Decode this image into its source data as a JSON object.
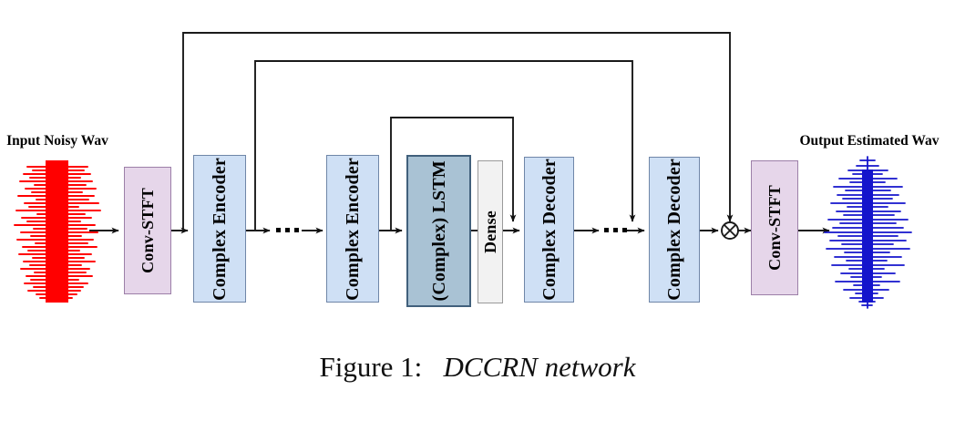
{
  "figure": {
    "caption_lead": "Figure 1:",
    "caption_title": "DCCRN network"
  },
  "labels": {
    "input_wave": "Input Noisy Wav",
    "output_wave": "Output Estimated Wav"
  },
  "colors": {
    "input_waveform": "#ff0000",
    "output_waveform": "#1414cc",
    "stft_fill": "#e6d6ea",
    "stft_stroke": "#9c7fa8",
    "encoder_fill": "#cfe0f5",
    "encoder_stroke": "#6f86a8",
    "lstm_fill": "#a9c2d4",
    "lstm_stroke": "#41607c",
    "dense_fill": "#f2f2f2",
    "dense_stroke": "#9a9a9a",
    "wire": "#1a1a1a"
  },
  "blocks": [
    {
      "id": "conv-stft-in",
      "label": "Conv-STFT"
    },
    {
      "id": "complex-encoder-1",
      "label": "Complex Encoder"
    },
    {
      "id": "complex-encoder-2",
      "label": "Complex Encoder"
    },
    {
      "id": "complex-lstm",
      "label": "(Complex) LSTM"
    },
    {
      "id": "dense",
      "label": "Dense"
    },
    {
      "id": "complex-decoder-1",
      "label": "Complex Decoder"
    },
    {
      "id": "complex-decoder-2",
      "label": "Complex Decoder"
    },
    {
      "id": "conv-stft-out",
      "label": "Conv-STFT"
    }
  ],
  "operators": {
    "multiply": "⊗"
  },
  "ellipsis": {
    "encoder_gap": "...",
    "decoder_gap": "..."
  }
}
